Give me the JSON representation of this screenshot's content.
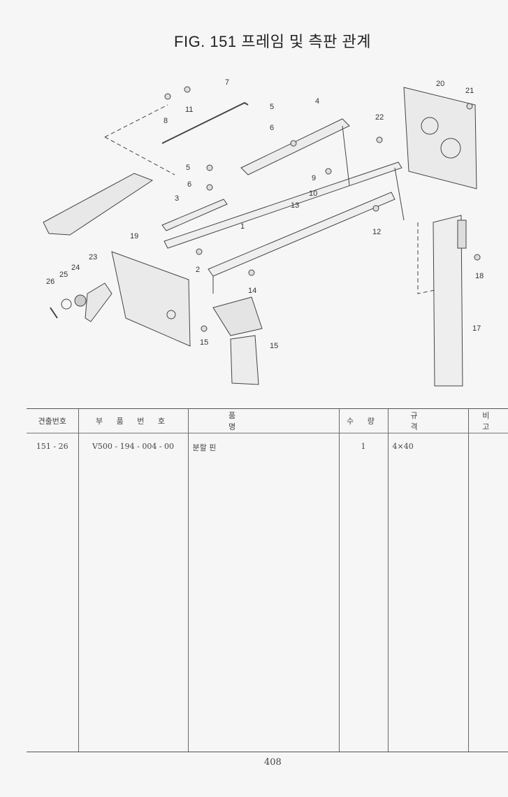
{
  "title": "FIG. 151 프레임 및 측판 관계",
  "callouts": [
    "1",
    "2",
    "3",
    "4",
    "5",
    "5",
    "6",
    "6",
    "7",
    "8",
    "9",
    "10",
    "11",
    "12",
    "13",
    "14",
    "15",
    "15",
    "17",
    "18",
    "19",
    "20",
    "21",
    "22",
    "23",
    "24",
    "25",
    "26"
  ],
  "table": {
    "headers": [
      "견출번호",
      "부 품 번 호",
      "품 명",
      "수 량",
      "규 격",
      "비 고"
    ],
    "rows": [
      {
        "ref": "151 - 26",
        "part_no": "V500 - 194 - 004 - 00",
        "name": "분할 핀",
        "qty": "1",
        "spec": "4×40",
        "note": ""
      }
    ]
  },
  "page_number": "408"
}
